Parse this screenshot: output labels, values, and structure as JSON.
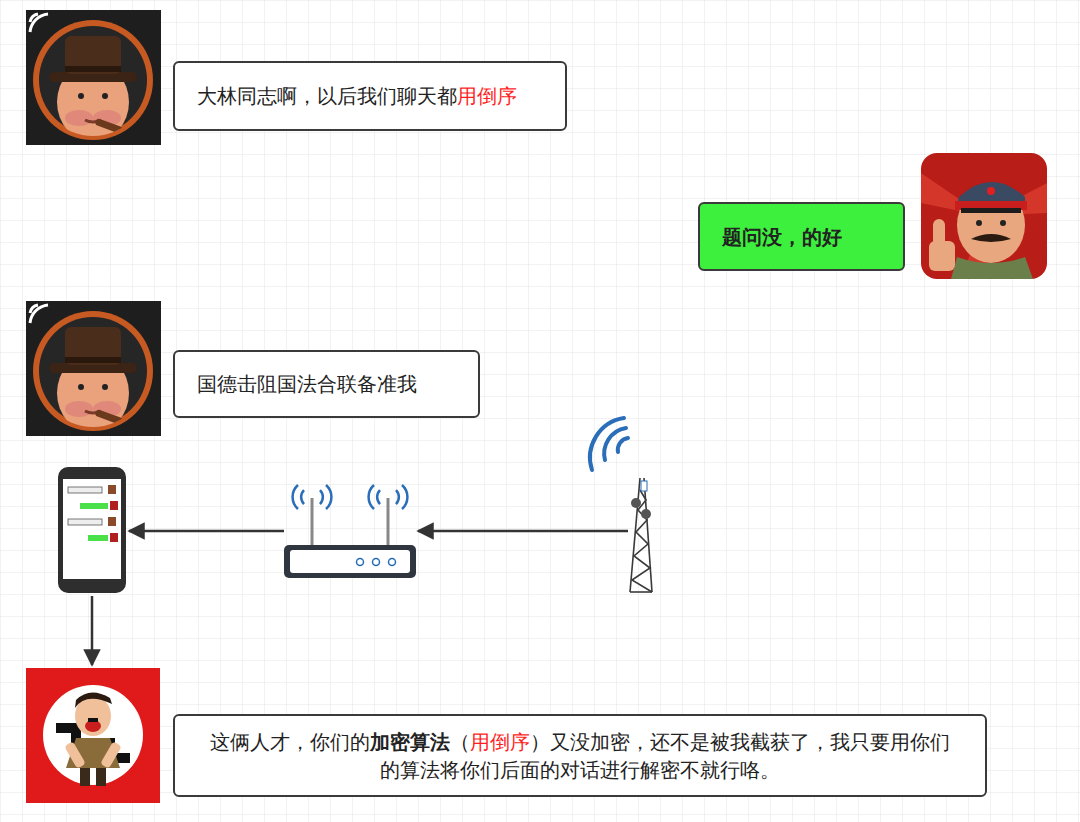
{
  "diagram": {
    "nodes": [
      {
        "text": [
          "大林同志啊，以后我们聊天都",
          "用倒序"
        ]
      },
      {
        "text": [
          "题问没，的好"
        ]
      },
      {
        "text": [
          "国德击阻国法合联备准我"
        ]
      },
      {
        "text": [
          "这俩人才，你们的",
          "加密算法",
          "（",
          "用倒序",
          "）又没加密，还不是被我截获了，我只要用你们的算法将你们后面的对话进行解密不就行咯。"
        ]
      }
    ]
  }
}
